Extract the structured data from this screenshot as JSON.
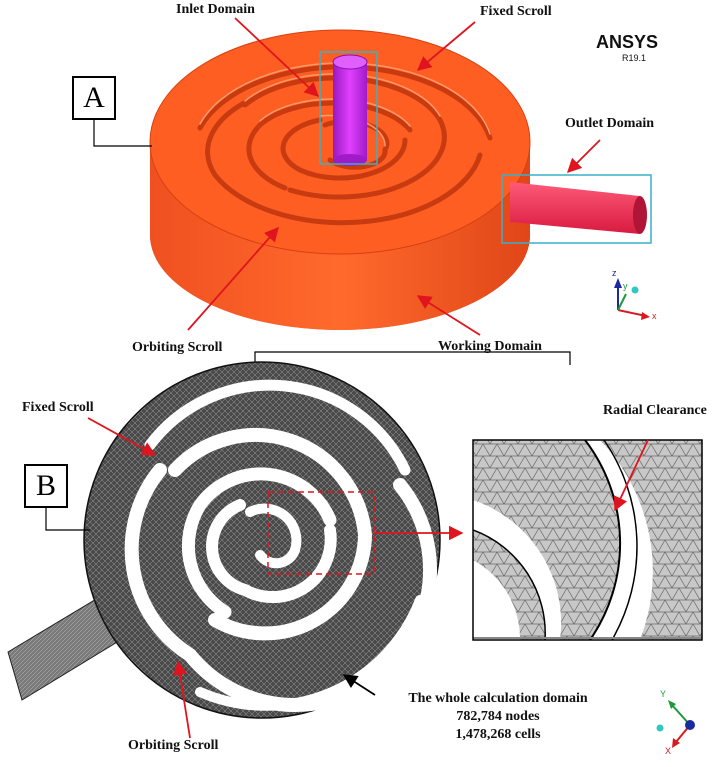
{
  "panel_a": {
    "tag": "A",
    "labels": {
      "inlet": "Inlet Domain",
      "fixed_scroll": "Fixed Scroll",
      "outlet": "Outlet Domain",
      "orbiting_scroll": "Orbiting Scroll",
      "working_domain": "Working Domain"
    },
    "software": {
      "name": "ANSYS",
      "version": "R19.1"
    },
    "axes": {
      "z": "z",
      "y": "y",
      "x": "x"
    }
  },
  "panel_b": {
    "tag": "B",
    "labels": {
      "fixed_scroll": "Fixed Scroll",
      "radial_clearance": "Radial Clearance",
      "orbiting_scroll": "Orbiting Scroll"
    },
    "domain_summary": {
      "title": "The whole calculation domain",
      "nodes": "782,784 nodes",
      "cells": "1,478,268 cells"
    },
    "axes": {
      "y": "Y",
      "x": "X"
    }
  },
  "colors": {
    "scroll_orange": "#ff5a1e",
    "scroll_shadow": "#e8461a",
    "inlet_purple": "#c11fe0",
    "outlet_red": "#ff2a52",
    "annotation_red": "#e0141e",
    "highlight_cyan": "#38b0c8",
    "mesh_dark": "#3a3a3a"
  }
}
